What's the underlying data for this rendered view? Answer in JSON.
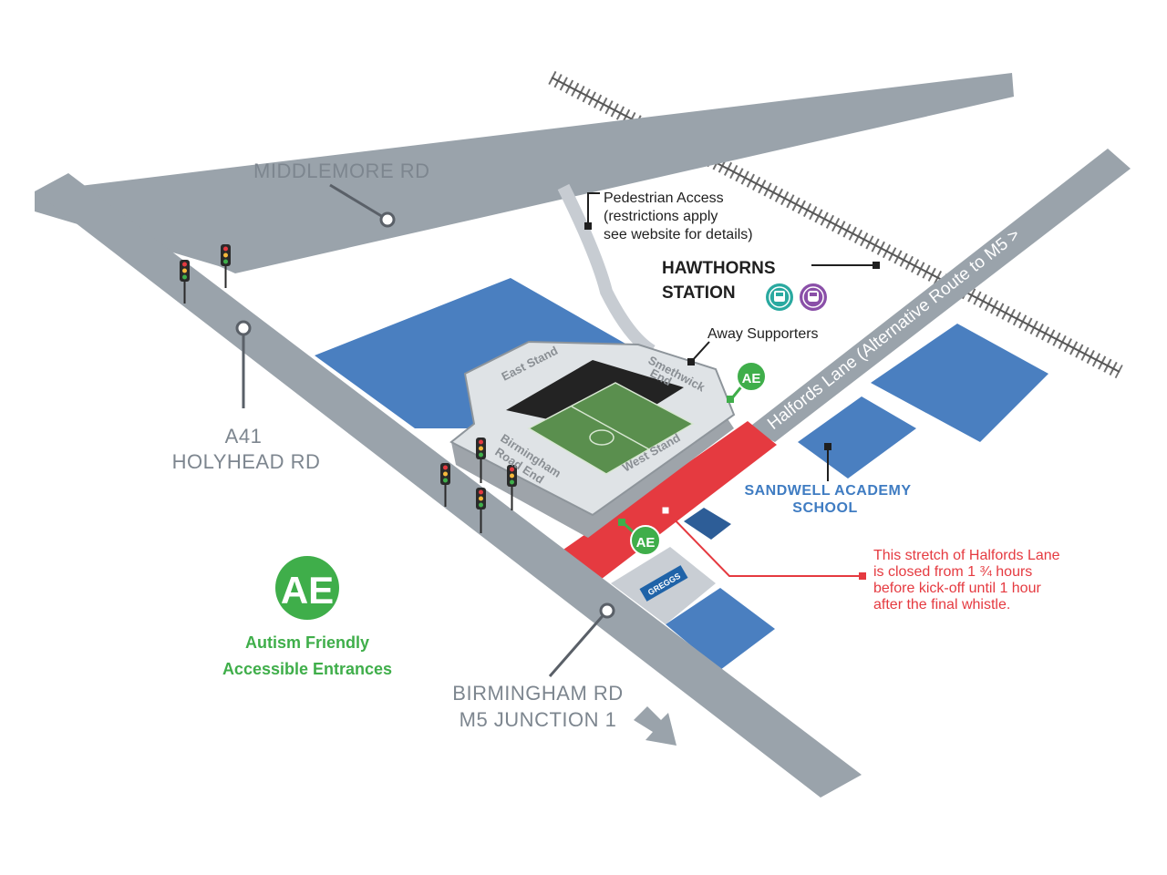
{
  "roads": {
    "middlemore": "MIDDLEMORE RD",
    "a41_line1": "A41",
    "a41_line2": "HOLYHEAD RD",
    "birmingham_line1": "BIRMINGHAM RD",
    "birmingham_line2": "M5 JUNCTION 1",
    "halfords": "Halfords Lane (Alternative Route to M5 >"
  },
  "pedestrian_access": {
    "line1": "Pedestrian Access",
    "line2": "(restrictions apply",
    "line3": "see website for details)"
  },
  "station": {
    "line1": "HAWTHORNS",
    "line2": "STATION",
    "icons": [
      "tram-icon",
      "train-icon"
    ]
  },
  "away_supporters": "Away Supporters",
  "stands": {
    "east": "East Stand",
    "smethwick_line1": "Smethwick",
    "smethwick_line2": "End",
    "birmingham_line1": "Birmingham",
    "birmingham_line2": "Road End",
    "west": "West Stand"
  },
  "school": {
    "line1": "SANDWELL ACADEMY",
    "line2": "SCHOOL"
  },
  "closure_notice": {
    "line1": "This stretch of Halfords Lane",
    "line2": "is closed from 1 ¾ hours",
    "line3": "before kick-off until 1 hour",
    "line4": "after the final whistle."
  },
  "greggs": "GREGGS",
  "legend": {
    "badge": "AE",
    "line1": "Autism Friendly",
    "line2": "Accessible Entrances"
  },
  "ae_marker": "AE",
  "colors": {
    "road": "#9aa3ab",
    "parking_blue": "#4a7fc0",
    "closure_red": "#e53a40",
    "ae_green": "#3fae4a",
    "pitch_green": "#5a8f4e"
  }
}
